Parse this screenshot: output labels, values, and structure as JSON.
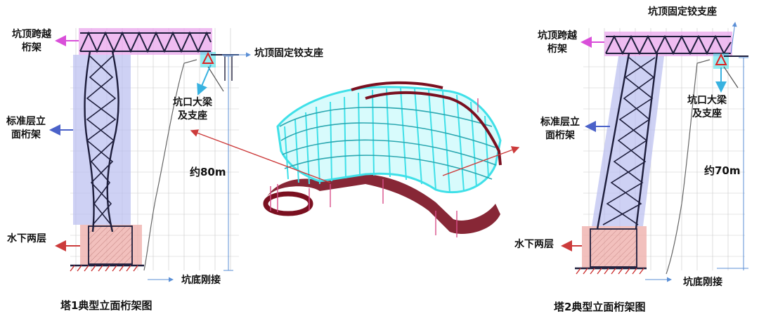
{
  "left_panel": {
    "label_top_truss": [
      "坑顶跨越",
      "桁架"
    ],
    "label_std_truss": [
      "标准层立",
      "面桁架"
    ],
    "label_underwater": "水下两层",
    "label_fixed_hinge": "坑顶固定铰支座",
    "label_edge_beam": [
      "坑口大梁",
      "及支座"
    ],
    "label_height": "约80m",
    "label_bottom": "坑底刚接",
    "caption": "塔1典型立面桁架图"
  },
  "right_panel": {
    "label_top_truss": [
      "坑顶跨越",
      "桁架"
    ],
    "label_std_truss": [
      "标准层立",
      "面桁架"
    ],
    "label_underwater": "水下两层",
    "label_fixed_hinge": "坑顶固定铰支座",
    "label_edge_beam": [
      "坑口大梁",
      "及支座"
    ],
    "label_height": "约70m",
    "label_bottom": "坑底刚接",
    "caption": "塔2典型立面桁架图"
  },
  "colors": {
    "pink_zone": "#e9a6ec",
    "blue_zone": "#b9bdf0",
    "red_zone": "#efb0ad",
    "arrow_magenta": "#d94fd9",
    "arrow_blue": "#4b62c9",
    "arrow_red": "#cc3b3b",
    "arrow_cyan": "#38b2e0",
    "model_cyan": "#3fe0e8",
    "model_maroon": "#7a1020"
  }
}
